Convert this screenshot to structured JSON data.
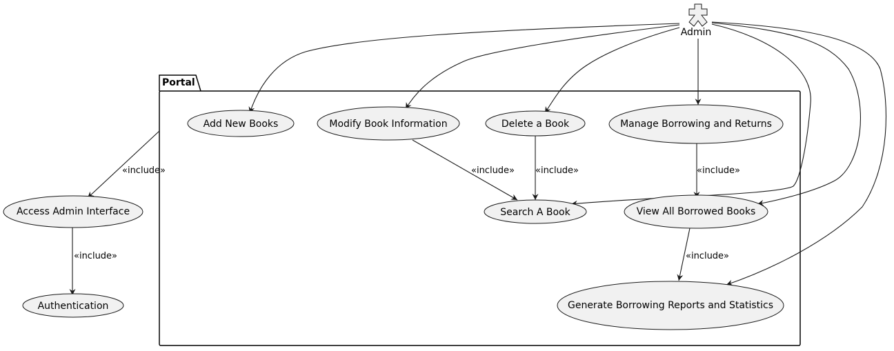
{
  "diagram": {
    "type": "use-case",
    "actor": {
      "name": "Admin"
    },
    "package": {
      "title": "Portal"
    },
    "use_cases": {
      "add_books": "Add New Books",
      "modify_info": "Modify Book Information",
      "delete_book": "Delete a Book",
      "manage_borrow": "Manage Borrowing and Returns",
      "search_book": "Search A Book",
      "view_borrowed": "View All Borrowed Books",
      "reports": "Generate Borrowing Reports and Statistics",
      "admin_interface": "Access Admin Interface",
      "authentication": "Authentication"
    },
    "relations": {
      "include_label": "«include»",
      "links": [
        {
          "from": "Admin",
          "to": "Add New Books",
          "kind": "association"
        },
        {
          "from": "Admin",
          "to": "Modify Book Information",
          "kind": "association"
        },
        {
          "from": "Admin",
          "to": "Delete a Book",
          "kind": "association"
        },
        {
          "from": "Admin",
          "to": "Manage Borrowing and Returns",
          "kind": "association"
        },
        {
          "from": "Admin",
          "to": "Search A Book",
          "kind": "association"
        },
        {
          "from": "Admin",
          "to": "View All Borrowed Books",
          "kind": "association"
        },
        {
          "from": "Admin",
          "to": "Generate Borrowing Reports and Statistics",
          "kind": "association"
        },
        {
          "from": "Portal",
          "to": "Access Admin Interface",
          "kind": "include"
        },
        {
          "from": "Access Admin Interface",
          "to": "Authentication",
          "kind": "include"
        },
        {
          "from": "Modify Book Information",
          "to": "Search A Book",
          "kind": "include"
        },
        {
          "from": "Delete a Book",
          "to": "Search A Book",
          "kind": "include"
        },
        {
          "from": "Manage Borrowing and Returns",
          "to": "View All Borrowed Books",
          "kind": "include"
        },
        {
          "from": "View All Borrowed Books",
          "to": "Generate Borrowing Reports and Statistics",
          "kind": "include"
        }
      ]
    },
    "colors": {
      "usecase_fill": "#f1f1f1",
      "line": "#181818",
      "background": "#ffffff"
    }
  }
}
